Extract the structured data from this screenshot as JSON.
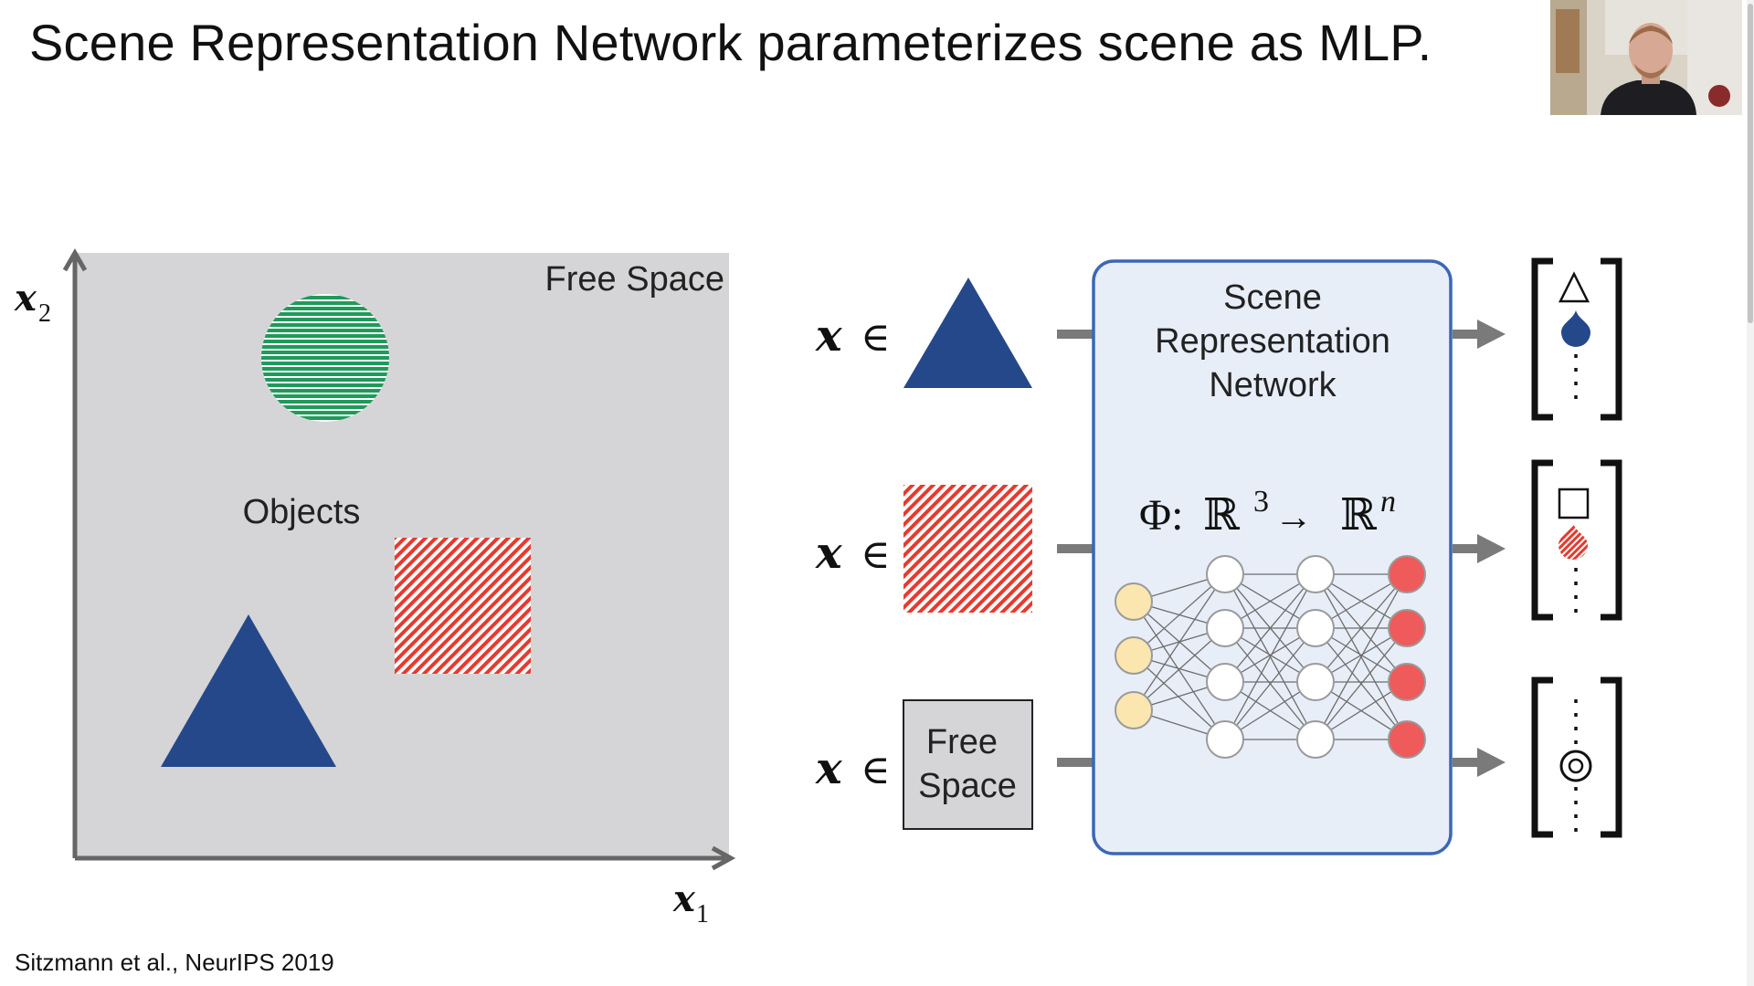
{
  "slide": {
    "title": "Scene Representation Network parameterizes scene as MLP.",
    "citation": "Sitzmann et al., NeurIPS 2019"
  },
  "scene_plot": {
    "y_axis_label": "x",
    "y_axis_sub": "2",
    "x_axis_label": "x",
    "x_axis_sub": "1",
    "free_space_label": "Free Space",
    "objects_label": "Objects"
  },
  "inputs": {
    "row_prefix_var": "x",
    "row_prefix_op": "∈",
    "free_space_line1": "Free",
    "free_space_line2": "Space"
  },
  "network": {
    "title_line1": "Scene",
    "title_line2": "Representation",
    "title_line3": "Network",
    "phi": "Φ:",
    "domain": "ℝ",
    "domain_exp": "3",
    "arrow": "→",
    "codomain": "ℝ",
    "codomain_exp": "n"
  },
  "colors": {
    "blue": "#25488a",
    "red": "#e8392e",
    "green": "#1f9a5a",
    "panel_fill": "#d5d5d7",
    "network_fill": "#e8eef8",
    "network_border": "#3b67b5",
    "input_node": "#fbe6b0",
    "output_node": "#ef5a5a",
    "hidden_node": "#ffffff"
  },
  "icons": {
    "webcam": "presenter-video-icon",
    "triangle": "triangle-icon",
    "square": "square-icon",
    "drop": "drop-icon",
    "target": "target-icon"
  }
}
